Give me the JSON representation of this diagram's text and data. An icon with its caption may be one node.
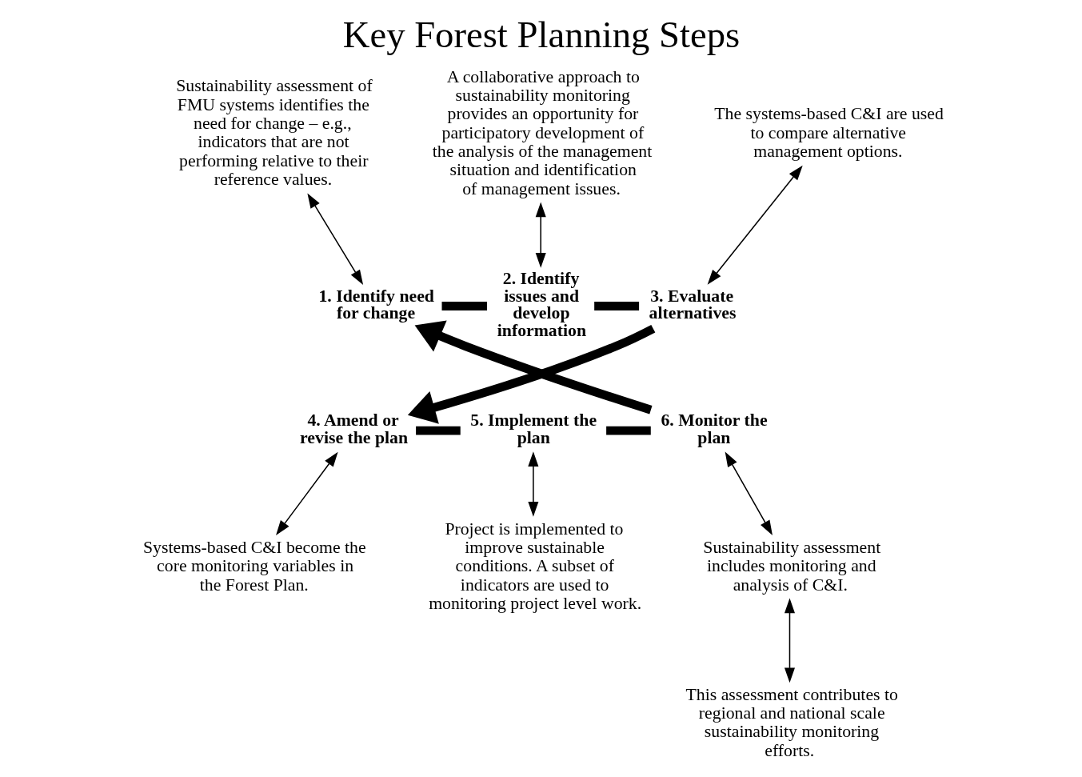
{
  "diagram": {
    "title": "Key Forest Planning Steps",
    "nodes": [
      {
        "text": [
          "A collaborative approach to sustainability monitoring provides an opportunity for participatory development of the analysis of the management situation and identification of management issues."
        ]
      },
      {
        "text": [
          "Sustainability assessment of FMU systems identifies the need for change – e.g., indicators that are not performing relative to their reference values."
        ]
      },
      {
        "text": [
          "The systems-based C&I are used to compare alternative management options."
        ]
      },
      {
        "text": [
          "1. Identify need for change"
        ]
      },
      {
        "text": [
          "2. Identify issues and develop information"
        ]
      },
      {
        "text": [
          "3. Evaluate alternatives"
        ]
      },
      {
        "text": [
          "4. Amend or revise the plan"
        ]
      },
      {
        "text": [
          "6. Monitor the plan"
        ]
      },
      {
        "text": [
          "5. Implement the plan"
        ]
      },
      {
        "text": [
          "Sustainability assessment includes monitoring and analysis of C&I."
        ]
      },
      {
        "text": [
          "Systems-based C&I become the core monitoring variables in the Forest Plan."
        ]
      },
      {
        "text": [
          "This assessment contributes to regional and national scale sustainability monitoring efforts."
        ]
      },
      {
        "text": [
          "Project is implemented to improve sustainable conditions. A subset of indicators are used to monitoring project level work."
        ]
      }
    ],
    "edges": [
      {
        "from": 0,
        "to": 4,
        "arrow": "both"
      },
      {
        "from": 1,
        "to": 3,
        "arrow": "both"
      },
      {
        "from": 2,
        "to": 5,
        "arrow": "both"
      },
      {
        "from": 3,
        "to": 4,
        "arrow": "none",
        "style": "thick"
      },
      {
        "from": 4,
        "to": 5,
        "arrow": "none",
        "style": "thick"
      },
      {
        "from": 5,
        "to": 6,
        "arrow": "to",
        "style": "thick"
      },
      {
        "from": 6,
        "to": 8,
        "arrow": "none",
        "style": "thick"
      },
      {
        "from": 8,
        "to": 7,
        "arrow": "none",
        "style": "thick"
      },
      {
        "from": 7,
        "to": 3,
        "arrow": "to",
        "style": "thick"
      },
      {
        "from": 6,
        "to": 10,
        "arrow": "both"
      },
      {
        "from": 7,
        "to": 9,
        "arrow": "both"
      },
      {
        "from": 8,
        "to": 12,
        "arrow": "both"
      },
      {
        "from": 9,
        "to": 11,
        "arrow": "both"
      }
    ]
  }
}
